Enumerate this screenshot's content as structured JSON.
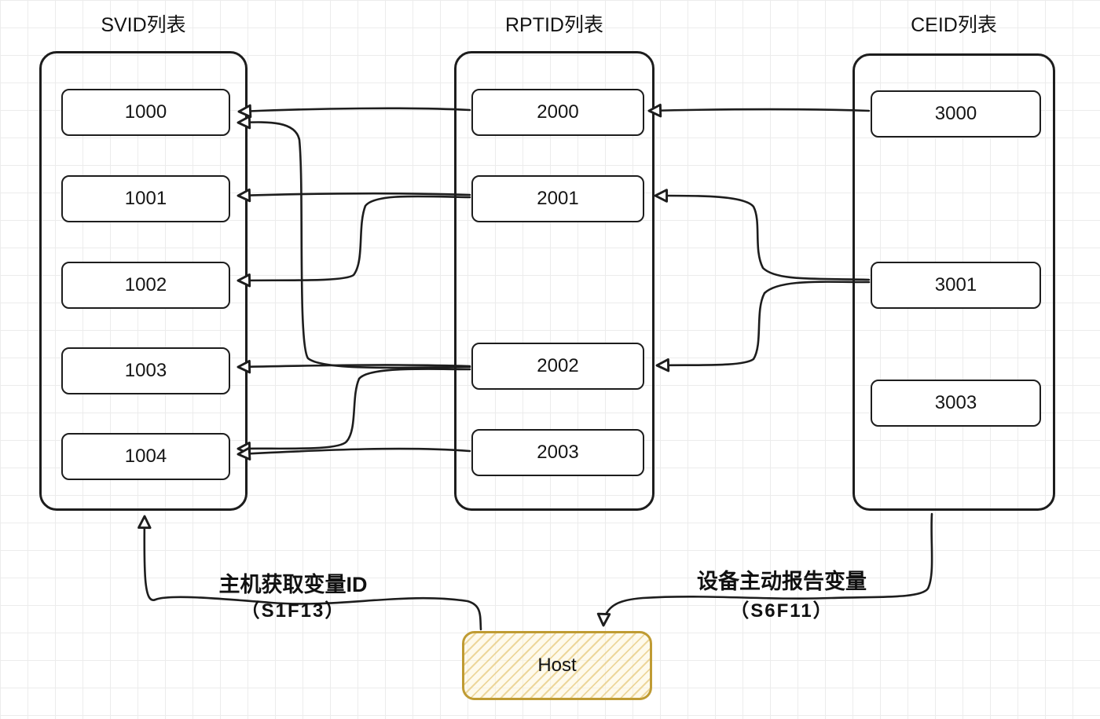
{
  "diagram": {
    "columns": [
      {
        "id": "svid",
        "title": "SVID列表",
        "items": [
          "1000",
          "1001",
          "1002",
          "1003",
          "1004"
        ]
      },
      {
        "id": "rptid",
        "title": "RPTID列表",
        "items": [
          "2000",
          "2001",
          "2002",
          "2003"
        ]
      },
      {
        "id": "ceid",
        "title": "CEID列表",
        "items": [
          "3000",
          "3001",
          "3003"
        ]
      }
    ],
    "host": {
      "label": "Host"
    },
    "annotations": {
      "left": {
        "line1": "主机获取变量ID",
        "line2": "（S1F13）"
      },
      "right": {
        "line1": "设备主动报告变量",
        "line2": "（S6F11）"
      }
    },
    "connections": [
      {
        "from": "2000",
        "to": "1000"
      },
      {
        "from": "3000",
        "to": "2000"
      },
      {
        "from": "2001",
        "to": "1001"
      },
      {
        "from": "2001",
        "to": "1002"
      },
      {
        "from": "2002",
        "to": "1000"
      },
      {
        "from": "2002",
        "to": "1003"
      },
      {
        "from": "2002",
        "to": "1004"
      },
      {
        "from": "2003",
        "to": "1004"
      },
      {
        "from": "3001",
        "to": "2001"
      },
      {
        "from": "3001",
        "to": "2002"
      },
      {
        "from": "host",
        "to": "svid-list"
      },
      {
        "from": "ceid-list",
        "to": "host"
      }
    ],
    "colors": {
      "stroke": "#1d1d1d",
      "host_border": "#bf9b33",
      "host_fill": "#fdf6dd",
      "host_hatch": "#e4c470",
      "grid_line": "#ececec",
      "background": "#ffffff"
    }
  }
}
